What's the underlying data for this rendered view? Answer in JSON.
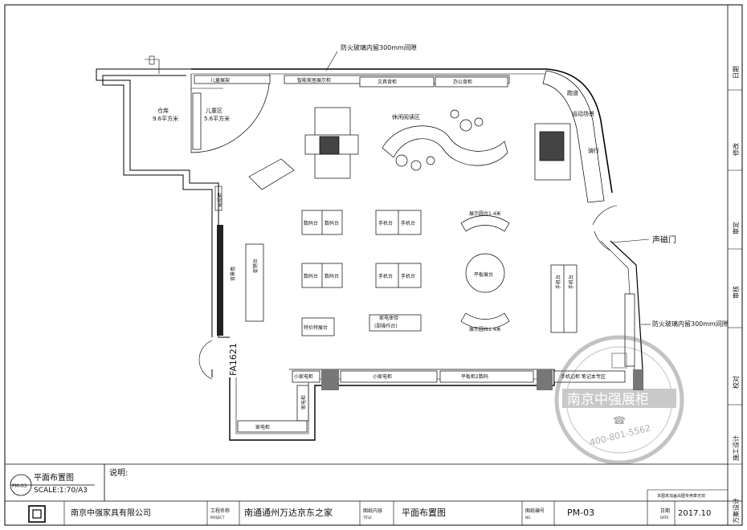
{
  "annotations": {
    "fire_glass_top": "防火玻璃内留300mm间隙",
    "fire_glass_right": "防火玻璃内留300mm间隙",
    "sound_door": "声磁门",
    "door_code": "FA1621"
  },
  "rooms": {
    "storage_name": "仓库",
    "storage_area": "9.6平方米",
    "kids_name": "儿童区",
    "kids_area": "5.6平方米",
    "leisure": "休闲阅读区",
    "running": "跑道",
    "sport": "运动场景",
    "bike": "骑行"
  },
  "fixtures": {
    "kids_shelf": "儿童展架",
    "smart_home": "智能家居展示柜",
    "top_cab_1": "文具背柜",
    "top_cab_2": "办公背柜",
    "digital": "数码台",
    "phone": "手机台",
    "round_1": "展示圆台1.4米",
    "round_2": "展示圆台1.4米",
    "center_round": "平板展台",
    "bulletin": "促销台",
    "wall_strip": "背景墙",
    "wall_small": "电视柜",
    "special": "特价特展台",
    "appliance_l1": "家电体验",
    "appliance_l2": "(厨操作台)",
    "small_app_1": "小家电柜",
    "small_app_2": "小家电柜",
    "tablet_cab": "平板柜2数码",
    "laptop_cab": "手机边柜  笔记本专区",
    "appliance_cab": "家电柜",
    "appliance_v": "家电柜",
    "right_phone": "手机台"
  },
  "legend": {
    "title": "平面布置图",
    "code": "PM-03",
    "scale": "SCALE:1:70/A3",
    "notes_label": "说明:"
  },
  "title_block": {
    "company": "南京中强家具有限公司",
    "project_label": "工程名称",
    "project_label_en": "PROJECT",
    "project": "南通通州万达京东之家",
    "content_label": "图纸内容",
    "content_label_en": "TITLE",
    "drawing_title": "平面布置图",
    "number_label": "图纸编号",
    "number_label_en": "NO.",
    "number": "PM-03",
    "date_label": "日期",
    "date_label_en": "DATE",
    "date": "2017.10",
    "disclaimer": "本图未加盖出图专用章无效"
  },
  "side_labels": {
    "date": "日期",
    "revision": "修改",
    "review": "审定",
    "audit": "审核",
    "check": "校对",
    "construction": "施工设计",
    "scheme": "方案设计"
  },
  "watermark": {
    "name": "南京中强展柜",
    "phone": "400-801-5562"
  }
}
